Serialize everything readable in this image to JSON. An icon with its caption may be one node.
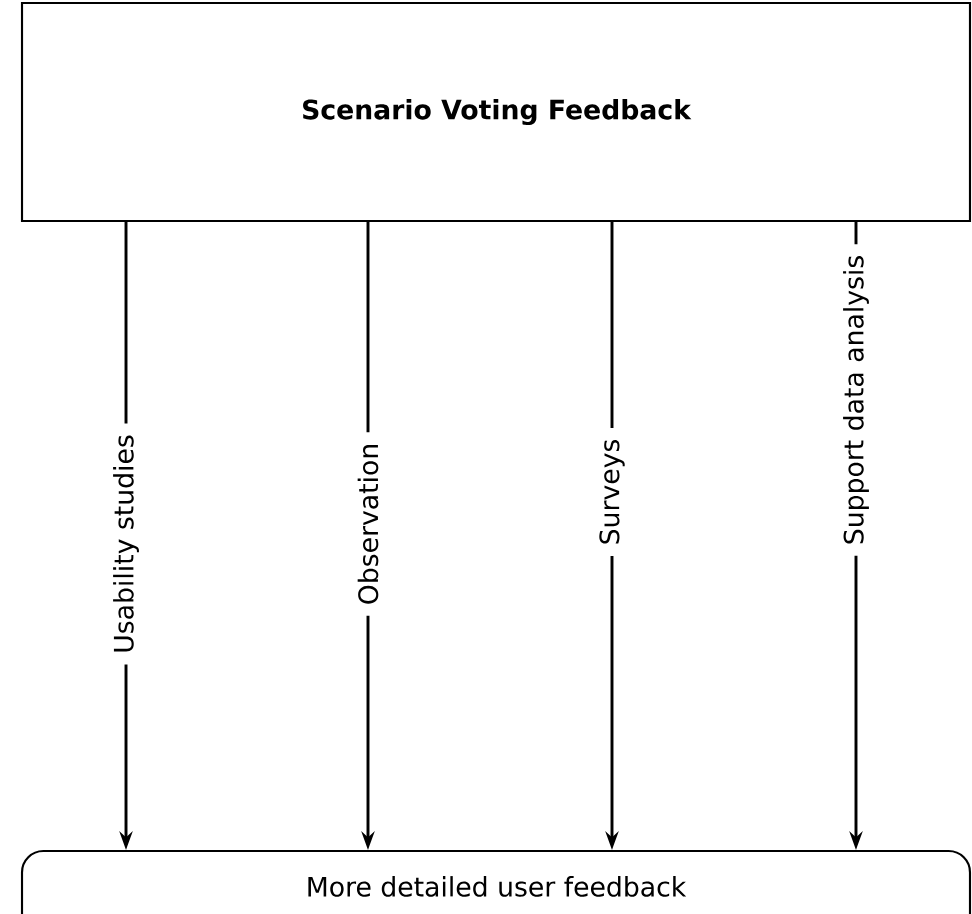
{
  "diagram": {
    "nodes": [
      {
        "text": [
          "Scenario Voting Feedback"
        ]
      },
      {
        "text": [
          "More detailed user feedback"
        ]
      }
    ],
    "edges": [
      {
        "from": 0,
        "to": 1,
        "arrow": "to",
        "label": "Usability studies"
      },
      {
        "from": 0,
        "to": 1,
        "arrow": "to",
        "label": "Observation"
      },
      {
        "from": 0,
        "to": 1,
        "arrow": "to",
        "label": "Surveys"
      },
      {
        "from": 0,
        "to": 1,
        "arrow": "to",
        "label": "Support data analysis"
      }
    ]
  }
}
